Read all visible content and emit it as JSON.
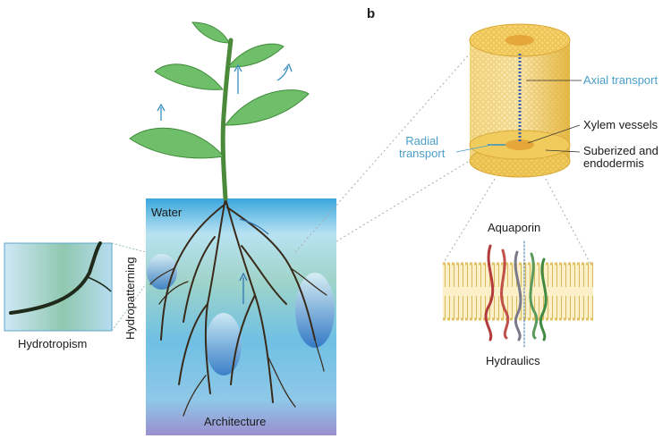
{
  "panel_label": "b",
  "labels": {
    "water": "Water",
    "architecture": "Architecture",
    "hydropatterning": "Hydropatterning",
    "hydrotropism": "Hydrotropism",
    "axial_transport": "Axial transport",
    "radial_transport": "Radial\ntransport",
    "xylem_vessels": "Xylem vessels",
    "suberized_endodermis": "Suberized and\nendodermis",
    "aquaporin": "Aquaporin",
    "hydraulics": "Hydraulics"
  },
  "colors": {
    "leaf": "#6fbf6a",
    "stem": "#4a8a3a",
    "root": "#3a2a1a",
    "soil_top": "#4aa8d8",
    "soil_bottom": "#8a7fc8",
    "accent_blue": "#4a9fc8",
    "cylinder": "#f2c24a",
    "membrane": "#f3df9a"
  }
}
